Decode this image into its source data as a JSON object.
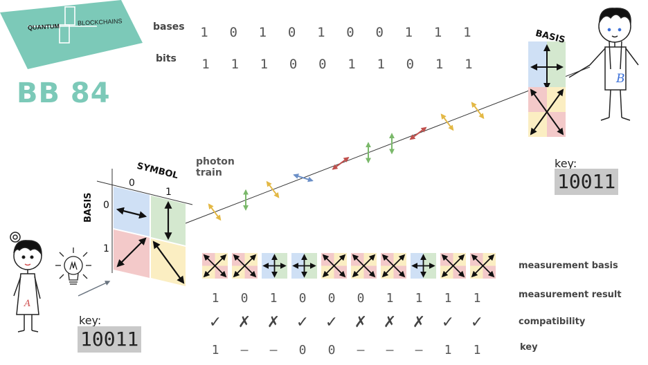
{
  "logo": {
    "word_left": "QUANTUM",
    "word_right": "BLOCKCHAINS",
    "color": "#7cc9b8"
  },
  "title": "BB 84",
  "rows": {
    "bases_label": "bases",
    "bits_label": "bits",
    "bases": [
      "1",
      "0",
      "1",
      "0",
      "1",
      "0",
      "0",
      "1",
      "1",
      "1"
    ],
    "bits": [
      "1",
      "1",
      "1",
      "0",
      "0",
      "1",
      "1",
      "0",
      "1",
      "1"
    ]
  },
  "symbol_table": {
    "symbol_label": "SYMBOL",
    "basis_label": "BASIS",
    "col_labels": [
      "0",
      "1"
    ],
    "row_labels": [
      "0",
      "1"
    ]
  },
  "photon_label": [
    "photon",
    "train"
  ],
  "bob": {
    "basis_label": "BASIS",
    "key_label": "key:",
    "key_value": "10011",
    "initial": "B"
  },
  "alice": {
    "key_label": "key:",
    "key_value": "10011",
    "initial": "A"
  },
  "measurement": {
    "basis_label": "measurement basis",
    "result_label": "measurement result",
    "compat_label": "compatibility",
    "key_label": "key",
    "bases": [
      "diag",
      "diag",
      "plus",
      "plus",
      "diag",
      "diag",
      "diag",
      "plus",
      "diag",
      "diag"
    ],
    "results": [
      "1",
      "0",
      "1",
      "0",
      "0",
      "0",
      "1",
      "1",
      "1",
      "1"
    ],
    "compatibility": [
      "✓",
      "✗",
      "✗",
      "✓",
      "✓",
      "✗",
      "✗",
      "✗",
      "✓",
      "✓"
    ],
    "key": [
      "1",
      "–",
      "–",
      "0",
      "0",
      "–",
      "–",
      "–",
      "1",
      "1"
    ]
  },
  "photons": [
    "diag-main",
    "vertical",
    "diag-main",
    "horizontal",
    "diag-anti",
    "vertical",
    "vertical",
    "diag-anti",
    "diag-main",
    "diag-main"
  ],
  "colors": {
    "blue": "#cfe0f5",
    "green": "#d4e8cf",
    "red": "#f3c9c9",
    "yellow": "#fbeec2",
    "photon_yellow": "#e3b845",
    "photon_green": "#7ab86a",
    "photon_blue": "#6b8fc7",
    "photon_red": "#c0504d"
  }
}
